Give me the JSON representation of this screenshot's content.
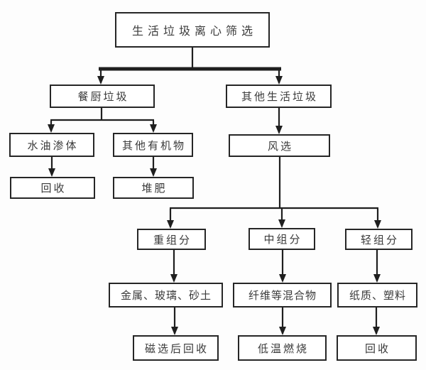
{
  "diagram": {
    "type": "flowchart",
    "nodes": [
      {
        "id": "household-waste-screening",
        "label": "生活垃圾离心筛选"
      },
      {
        "id": "kitchen-waste",
        "label": "餐厨垃圾"
      },
      {
        "id": "other-household-waste",
        "label": "其他生活垃圾"
      },
      {
        "id": "water-oil-seepage",
        "label": "水油渗体"
      },
      {
        "id": "other-organic-matter",
        "label": "其他有机物"
      },
      {
        "id": "recycle-left",
        "label": "回收"
      },
      {
        "id": "compost",
        "label": "堆肥"
      },
      {
        "id": "air-separation",
        "label": "风选"
      },
      {
        "id": "heavy-fraction",
        "label": "重组分"
      },
      {
        "id": "middle-fraction",
        "label": "中组分"
      },
      {
        "id": "light-fraction",
        "label": "轻组分"
      },
      {
        "id": "metal-glass-sand",
        "label": "金属、玻璃、砂土"
      },
      {
        "id": "fiber-mixture",
        "label": "纤维等混合物"
      },
      {
        "id": "paper-plastic",
        "label": "纸质、塑料"
      },
      {
        "id": "magnetic-sorting-recycle",
        "label": "磁选后回收"
      },
      {
        "id": "low-temperature-burning",
        "label": "低温燃烧"
      },
      {
        "id": "recycle-right",
        "label": "回收"
      }
    ],
    "edges": [
      {
        "from": "household-waste-screening",
        "to": "kitchen-waste"
      },
      {
        "from": "household-waste-screening",
        "to": "other-household-waste"
      },
      {
        "from": "kitchen-waste",
        "to": "water-oil-seepage"
      },
      {
        "from": "kitchen-waste",
        "to": "other-organic-matter"
      },
      {
        "from": "water-oil-seepage",
        "to": "recycle-left"
      },
      {
        "from": "other-organic-matter",
        "to": "compost"
      },
      {
        "from": "other-household-waste",
        "to": "air-separation"
      },
      {
        "from": "air-separation",
        "to": "heavy-fraction"
      },
      {
        "from": "air-separation",
        "to": "middle-fraction"
      },
      {
        "from": "air-separation",
        "to": "light-fraction"
      },
      {
        "from": "heavy-fraction",
        "to": "metal-glass-sand"
      },
      {
        "from": "middle-fraction",
        "to": "fiber-mixture"
      },
      {
        "from": "light-fraction",
        "to": "paper-plastic"
      },
      {
        "from": "metal-glass-sand",
        "to": "magnetic-sorting-recycle"
      },
      {
        "from": "fiber-mixture",
        "to": "low-temperature-burning"
      },
      {
        "from": "paper-plastic",
        "to": "recycle-right"
      }
    ],
    "colors": {
      "line": "#1f1f1f",
      "box_border": "#262626",
      "box_background": "#ffffff",
      "text": "#3a3a3a",
      "background": "#fdfdfd"
    }
  }
}
